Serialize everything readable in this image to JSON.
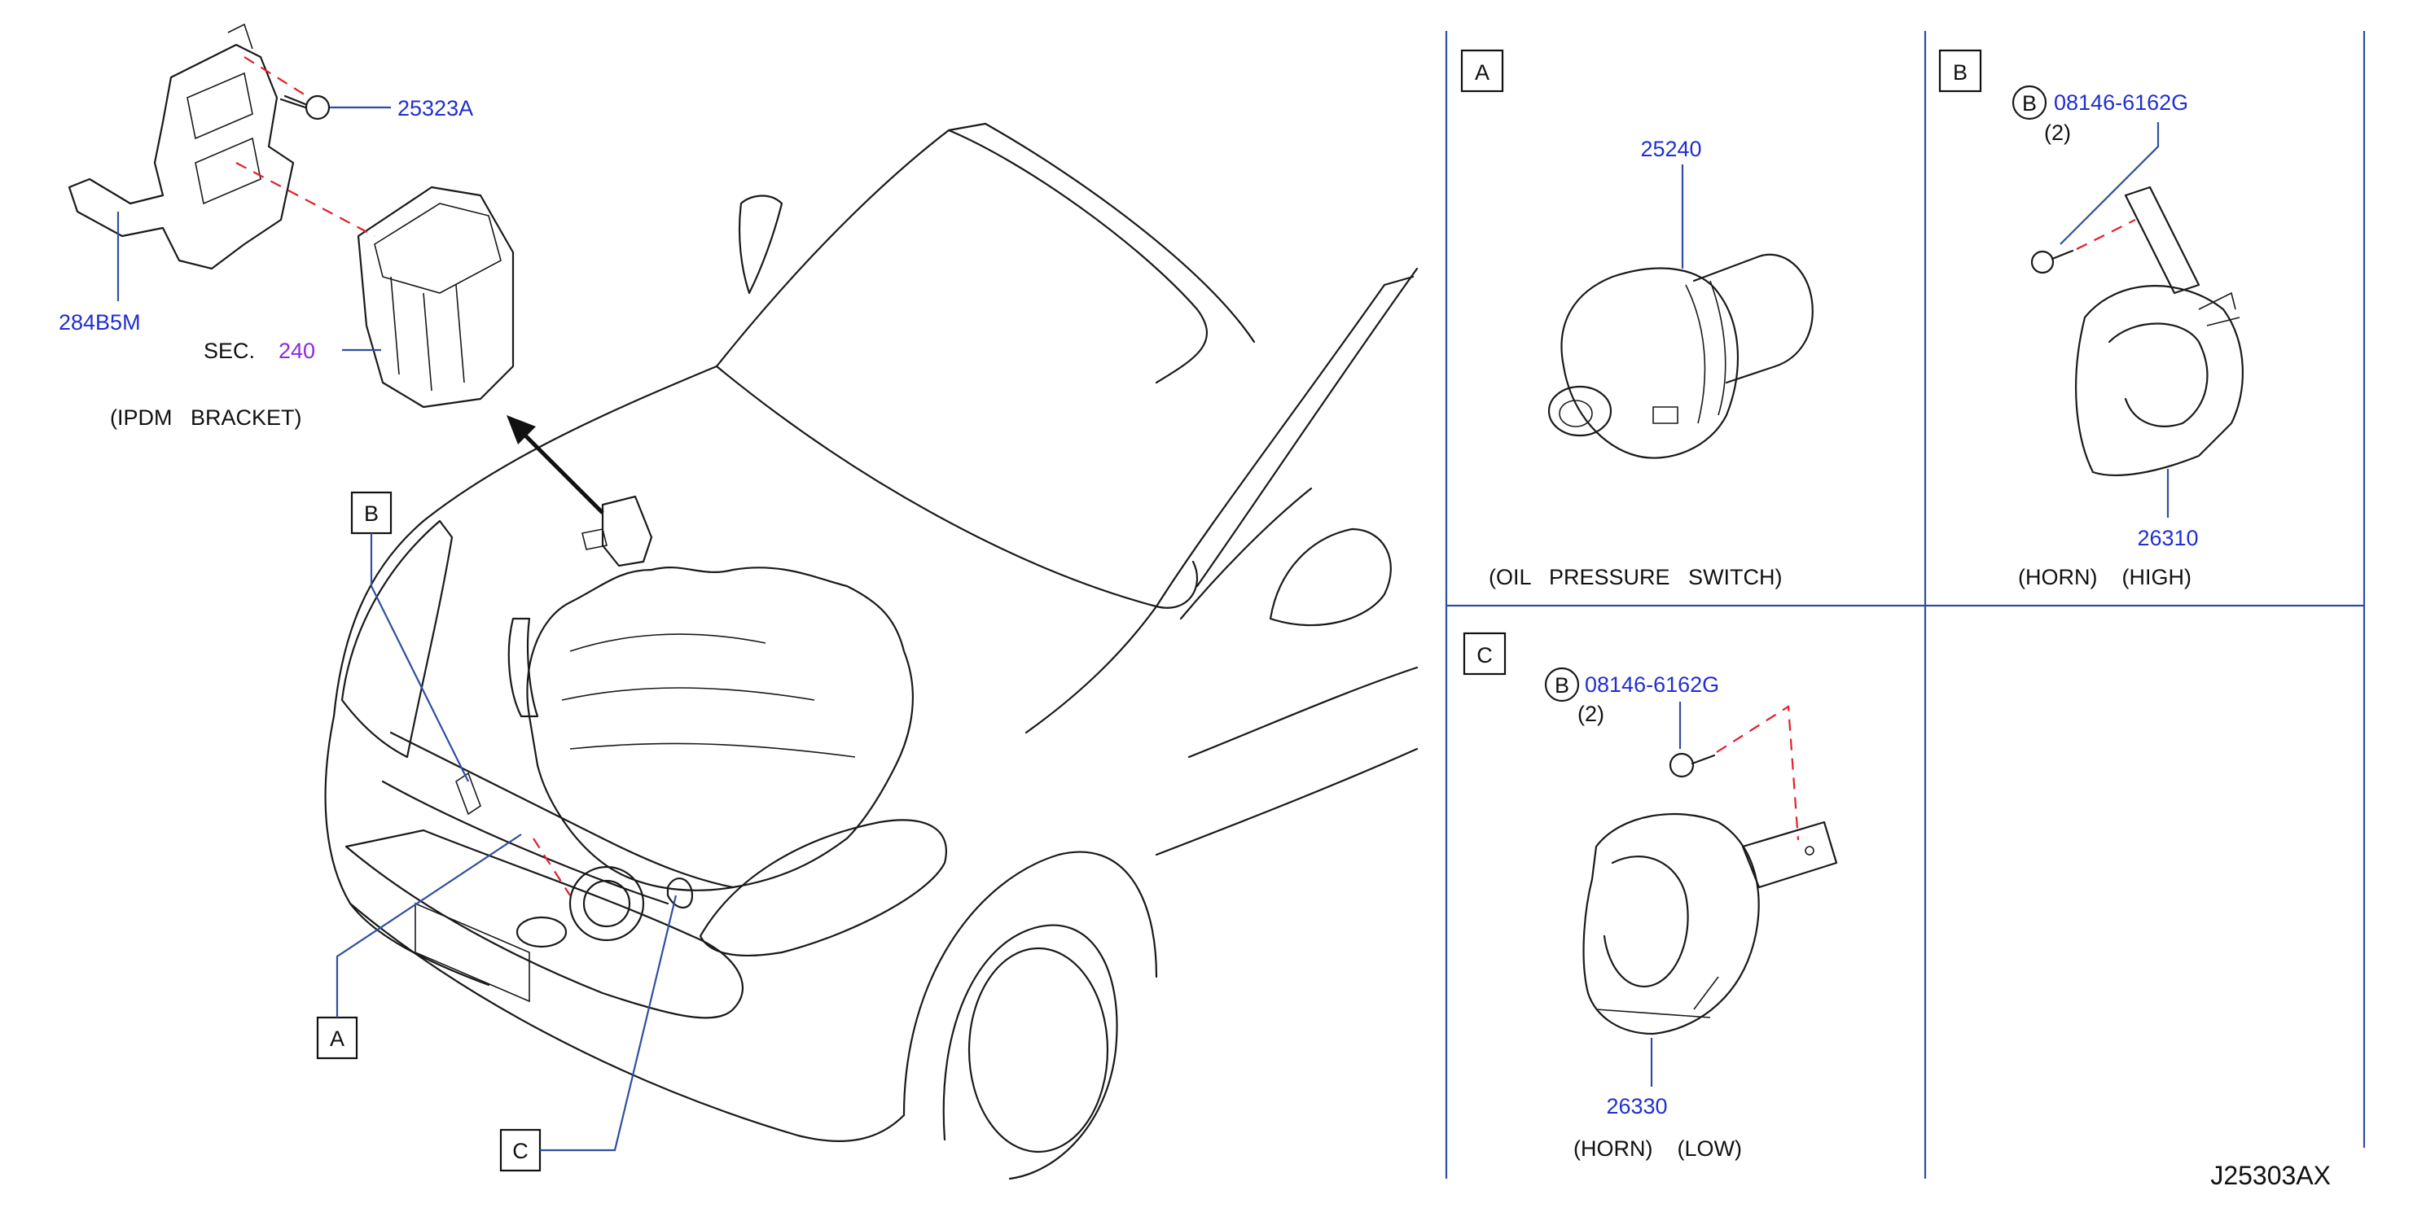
{
  "parts": {
    "bolt_25323A": "25323A",
    "bracket_284B5M": "284B5M",
    "oil_switch_25240": "25240",
    "horn_high_26310": "26310",
    "horn_low_26330": "26330",
    "bolt_b_upper": "08146-6162G",
    "bolt_b_upper_qty": "(2)",
    "bolt_b_lower": "08146-6162G",
    "bolt_b_lower_qty": "(2)",
    "bolt_symbol": "B"
  },
  "section_ref": {
    "prefix": "SEC.",
    "number": "240"
  },
  "captions": {
    "ipdm_bracket": "(IPDM   BRACKET)",
    "oil_pressure_switch": "(OIL   PRESSURE   SWITCH)",
    "horn_high": "(HORN)    (HIGH)",
    "horn_low": "(HORN)    (LOW)"
  },
  "callouts": {
    "a": "A",
    "b": "B",
    "c": "C"
  },
  "panels": {
    "a": "A",
    "b": "B",
    "c": "C"
  },
  "drawing_code": "J25303AX",
  "colors": {
    "part_number": "#1f2fd0",
    "section_number": "#8a2be2",
    "leader": "#2f4f9e",
    "dashed_guide": "#e0202a",
    "grid": "#2f4f9e"
  }
}
